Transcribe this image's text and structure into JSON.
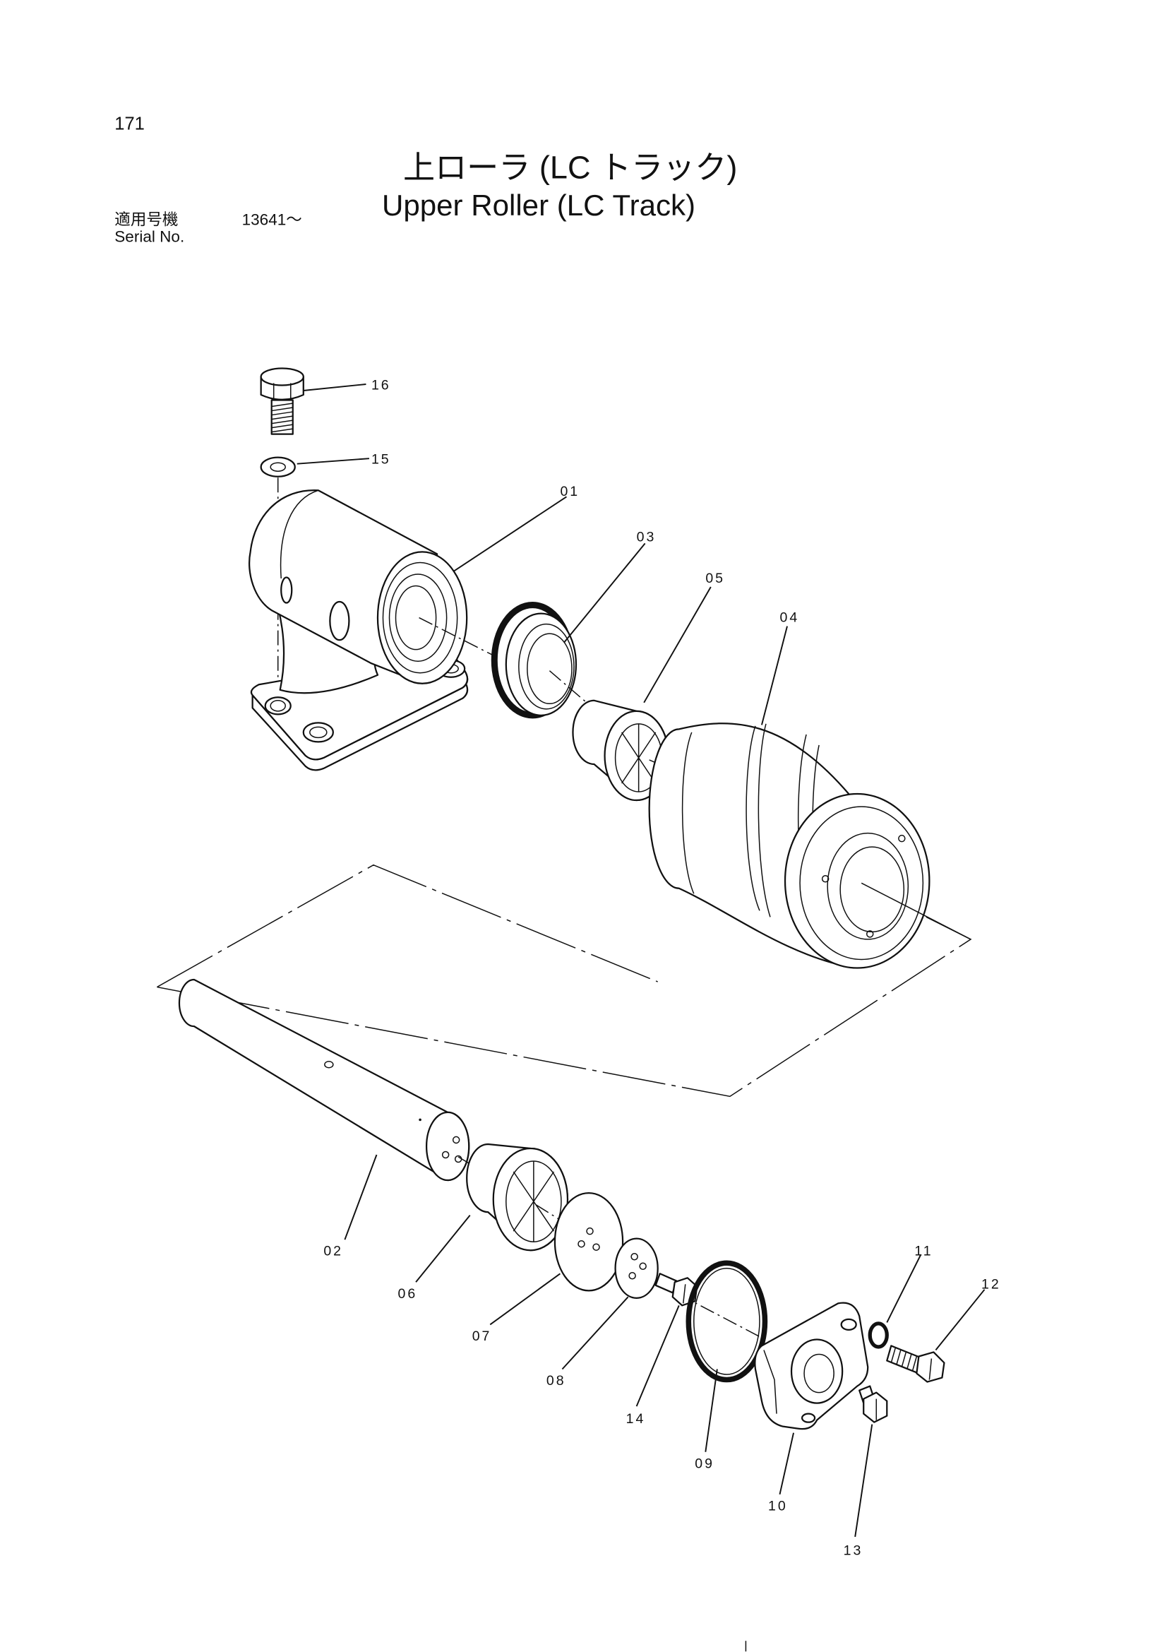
{
  "page_number": "171",
  "title_jp": "上ローラ (LC トラック)",
  "title_en": "Upper Roller (LC Track)",
  "serial": {
    "label_jp": "適用号機",
    "value": "13641～",
    "label_en": "Serial No."
  },
  "callouts": [
    "16",
    "15",
    "01",
    "03",
    "05",
    "04",
    "02",
    "06",
    "07",
    "08",
    "14",
    "09",
    "10",
    "11",
    "12",
    "13"
  ]
}
